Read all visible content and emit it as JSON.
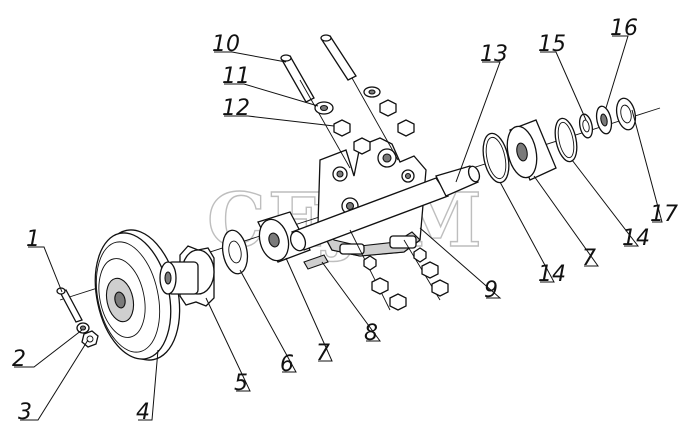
{
  "watermark": "CEJIM",
  "callouts": [
    {
      "id": "c1",
      "label": "1"
    },
    {
      "id": "c2",
      "label": "2"
    },
    {
      "id": "c3",
      "label": "3"
    },
    {
      "id": "c4",
      "label": "4"
    },
    {
      "id": "c5",
      "label": "5"
    },
    {
      "id": "c6",
      "label": "6"
    },
    {
      "id": "c7a",
      "label": "7"
    },
    {
      "id": "c8",
      "label": "8"
    },
    {
      "id": "c9",
      "label": "9"
    },
    {
      "id": "c10",
      "label": "10"
    },
    {
      "id": "c11",
      "label": "11"
    },
    {
      "id": "c12",
      "label": "12"
    },
    {
      "id": "c13",
      "label": "13"
    },
    {
      "id": "c14a",
      "label": "14"
    },
    {
      "id": "c7b",
      "label": "7"
    },
    {
      "id": "c14b",
      "label": "14"
    },
    {
      "id": "c15",
      "label": "15"
    },
    {
      "id": "c16",
      "label": "16"
    },
    {
      "id": "c17",
      "label": "17"
    }
  ]
}
